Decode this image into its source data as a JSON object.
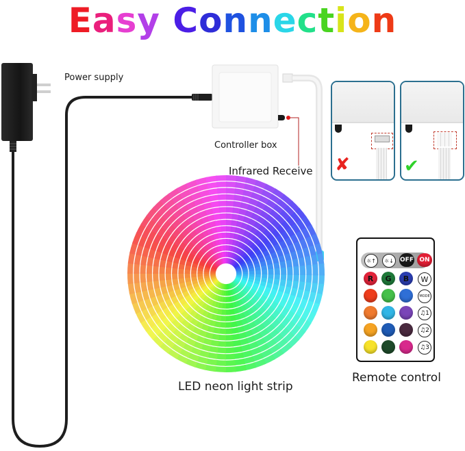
{
  "title": {
    "text": "Easy Connection",
    "letters": [
      {
        "ch": "E",
        "color": "#ee1c25"
      },
      {
        "ch": "a",
        "color": "#ea1f7c"
      },
      {
        "ch": "s",
        "color": "#e63fd1"
      },
      {
        "ch": "y",
        "color": "#b23fe8"
      },
      {
        "ch": " ",
        "color": "#ffffff"
      },
      {
        "ch": "C",
        "color": "#4b1ee6"
      },
      {
        "ch": "o",
        "color": "#2f2dd8"
      },
      {
        "ch": "n",
        "color": "#1f52e0"
      },
      {
        "ch": "n",
        "color": "#1e8ee8"
      },
      {
        "ch": "e",
        "color": "#2ad6e8"
      },
      {
        "ch": "c",
        "color": "#22e08a"
      },
      {
        "ch": "t",
        "color": "#49d420"
      },
      {
        "ch": "i",
        "color": "#d8e41a"
      },
      {
        "ch": "o",
        "color": "#f5b41a"
      },
      {
        "ch": "n",
        "color": "#ee3a16"
      }
    ]
  },
  "labels": {
    "power_supply": "Power supply",
    "controller_box": "Controller box",
    "infrared_receive": "Infrared Receive",
    "led_strip": "LED neon light strip",
    "remote_control": "Remote control"
  },
  "connection_guide": {
    "wrong": {
      "mark": "✘",
      "color": "#e8231f",
      "meaning": "incorrect connector orientation"
    },
    "right": {
      "mark": "✔",
      "color": "#2fd12a",
      "meaning": "correct connector orientation"
    },
    "frame_color": "#2b6f8f",
    "highlight_color": "#c0392b"
  },
  "remote": {
    "top_row": [
      {
        "label": "☼↑",
        "name": "brightness-up"
      },
      {
        "label": "☼↓",
        "name": "brightness-down"
      },
      {
        "label": "OFF",
        "bg": "#1a1a1a"
      },
      {
        "label": "ON",
        "bg": "#e21f35"
      }
    ],
    "rows": [
      [
        {
          "label": "R",
          "bg": "#e3233a"
        },
        {
          "label": "G",
          "bg": "#1f7a3a"
        },
        {
          "label": "B",
          "bg": "#2a3db0"
        },
        {
          "label": "W",
          "outline": true
        }
      ],
      [
        {
          "label": "",
          "bg": "#ee3d1c"
        },
        {
          "label": "",
          "bg": "#45c04a"
        },
        {
          "label": "",
          "bg": "#2f6fd6"
        },
        {
          "label": "MODE",
          "outline": true
        }
      ],
      [
        {
          "label": "",
          "bg": "#f07a2e"
        },
        {
          "label": "",
          "bg": "#32b6e6"
        },
        {
          "label": "",
          "bg": "#7a45b8"
        },
        {
          "label": "♫1",
          "outline": true
        }
      ],
      [
        {
          "label": "",
          "bg": "#f5a323"
        },
        {
          "label": "",
          "bg": "#1f5bb5"
        },
        {
          "label": "",
          "bg": "#4a2a3f"
        },
        {
          "label": "♫2",
          "outline": true
        }
      ],
      [
        {
          "label": "",
          "bg": "#f7e22a"
        },
        {
          "label": "",
          "bg": "#1e4a2a"
        },
        {
          "label": "",
          "bg": "#d8298c"
        },
        {
          "label": "♫3",
          "outline": true
        }
      ]
    ]
  },
  "colors": {
    "cable": "#1e1e1e",
    "controller_box": "#f4f4f4",
    "infrared_dot": "#e11b1b",
    "white_cable": "#eaeaea",
    "strip_end": "#3fd0f0"
  }
}
